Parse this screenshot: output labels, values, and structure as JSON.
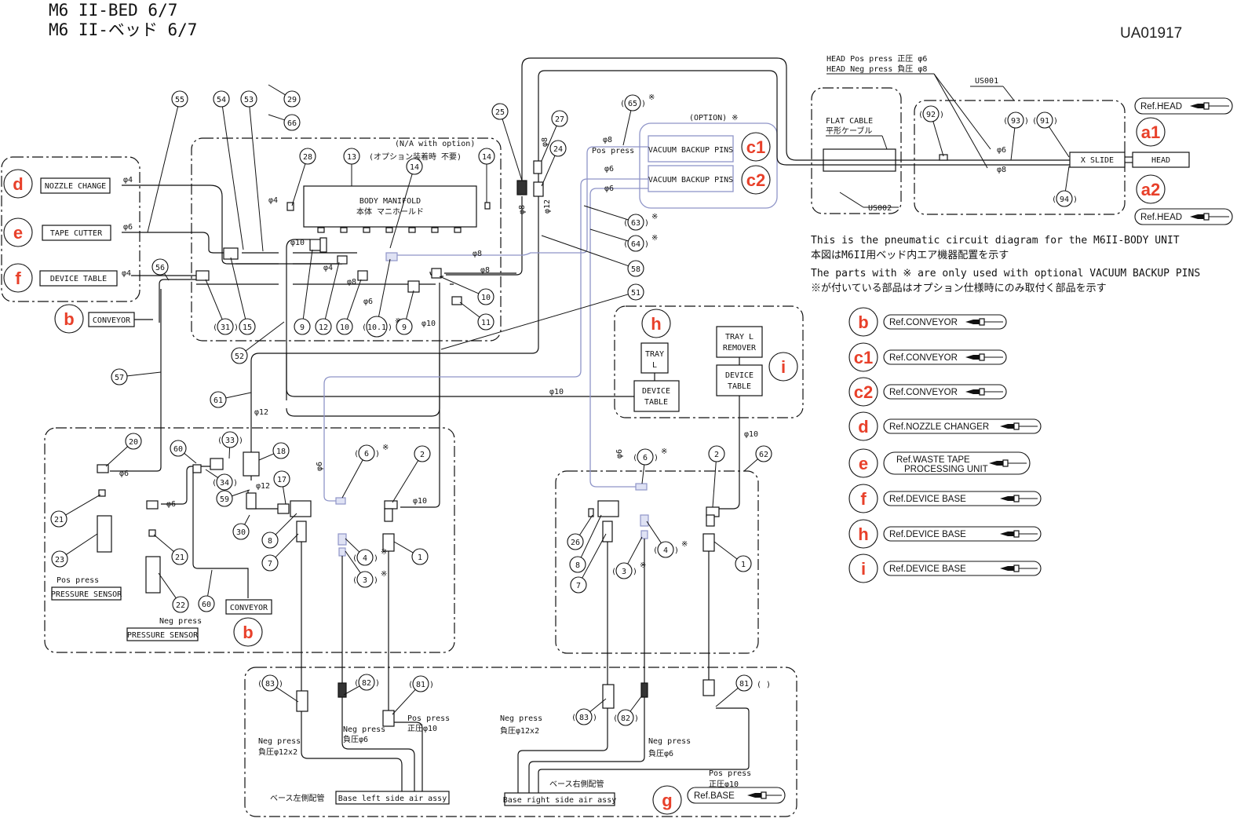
{
  "header": {
    "title_en": "M6 II-BED  6/7",
    "title_jp": "M6 II-ベッド  6/7",
    "doc_id": "UA01917"
  },
  "notes": {
    "line1": "This is the pneumatic circuit diagram for the M6II-BODY UNIT",
    "line2": "本図はM6II用ベッド内エア機器配置を示す",
    "line3": "The parts with ※ are only used with optional VACUUM BACKUP PINS",
    "line4": "※が付いている部品はオプション仕様時にのみ取付く部品を示す"
  },
  "head_section": {
    "pos_label": "HEAD Pos press 正圧  φ6",
    "neg_label": "HEAD Neg press 負圧  φ8",
    "us001": "US001",
    "us002": "US002",
    "flat_cable_en": "FLAT CABLE",
    "flat_cable_jp": "平形ケーブル",
    "x_slide": "X SLIDE",
    "head": "HEAD",
    "phi6": "φ6",
    "phi8": "φ8",
    "ref_a1": "Ref.HEAD",
    "ref_a2": "Ref.HEAD",
    "badge_a1": "a1",
    "badge_a2": "a2"
  },
  "left_group": {
    "nozzle_change": "NOZZLE CHANGE",
    "tape_cutter": "TAPE CUTTER",
    "device_table": "DEVICE TABLE",
    "conveyor": "CONVEYOR",
    "phi_nozzle": "φ4",
    "phi_tape": "φ6",
    "phi_device": "φ4",
    "badge_d": "d",
    "badge_e": "e",
    "badge_f": "f",
    "badge_b": "b"
  },
  "manifold": {
    "na_en": "(N/A with option)",
    "na_jp": "(オプション装着時 不要)",
    "label_en": "BODY MANIFOLD",
    "label_jp": "本体 マニホールド",
    "phi4_top": "φ4",
    "phi10": "φ10",
    "phi4": "φ4",
    "phi8a": "φ8",
    "phi8b": "φ8",
    "phi8c": "φ8",
    "phi6": "φ6",
    "phi10b": "φ10",
    "phi8_v": "φ8",
    "phi12_v": "φ12",
    "phi8_27": "φ8"
  },
  "option_section": {
    "option_label": "(OPTION)  ※",
    "vbp1": "VACUUM BACKUP PINS",
    "vbp2": "VACUUM BACKUP PINS",
    "badge_c1": "c1",
    "badge_c2": "c2",
    "pos_press": "Pos press",
    "phi8": "φ8",
    "phi6a": "φ6",
    "phi6b": "φ6"
  },
  "tray_section": {
    "tray_l_l1": "TRAY",
    "tray_l_l2": "L",
    "device_table_l1": "DEVICE",
    "device_table_l2": "TABLE",
    "tray_remover_l1": "TRAY L",
    "tray_remover_l2": "REMOVER",
    "device_table2_l1": "DEVICE",
    "device_table2_l2": "TABLE",
    "badge_h": "h",
    "badge_i": "i",
    "phi10": "φ10",
    "phi10_right": "φ10"
  },
  "lower_left": {
    "phi6a": "φ6",
    "phi6b": "φ6",
    "phi12": "φ12",
    "phi12_mid": "φ12",
    "phi6_v": "φ6",
    "phi10": "φ10",
    "pos_press": "Pos press",
    "neg_press": "Neg press",
    "pressure_sensor1": "PRESSURE SENSOR",
    "pressure_sensor2": "PRESSURE SENSOR",
    "conveyor": "CONVEYOR",
    "badge_b": "b"
  },
  "lower_right": {
    "phi6_v": "φ6"
  },
  "base_left": {
    "neg_press_12": "Neg press",
    "neg_press_12_jp": "負圧φ12x2",
    "neg_press_6": "Neg press",
    "neg_press_6_jp": "負圧φ6",
    "pos_press_10": "Pos press",
    "pos_press_10_jp": "正圧φ10",
    "assy_jp": "ベース左側配管",
    "assy_en": "Base left side air assy"
  },
  "base_right": {
    "neg_press_12": "Neg press",
    "neg_press_12_jp": "負圧φ12x2",
    "neg_press_6": "Neg press",
    "neg_press_6_jp": "負圧φ6",
    "pos_press_10": "Pos press",
    "pos_press_10_jp": "正圧φ10",
    "assy_jp": "ベース右側配管",
    "assy_en": "Base right side air assy",
    "ref_g": "Ref.BASE",
    "badge_g": "g",
    "paren_81": "(    )"
  },
  "legend": [
    {
      "badge": "b",
      "ref": "Ref.CONVEYOR"
    },
    {
      "badge": "c1",
      "ref": "Ref.CONVEYOR"
    },
    {
      "badge": "c2",
      "ref": "Ref.CONVEYOR"
    },
    {
      "badge": "d",
      "ref": "Ref.NOZZLE CHANGER"
    },
    {
      "badge": "e",
      "ref": "Ref.WASTE TAPE",
      "ref2": "PROCESSING UNIT"
    },
    {
      "badge": "f",
      "ref": "Ref.DEVICE BASE"
    },
    {
      "badge": "h",
      "ref": "Ref.DEVICE BASE"
    },
    {
      "badge": "i",
      "ref": "Ref.DEVICE BASE"
    }
  ],
  "bubbles": {
    "b55": "55",
    "b54": "54",
    "b53": "53",
    "b29": "29",
    "b66": "66",
    "b28": "28",
    "b13": "13",
    "b14a": "14",
    "b14b": "14",
    "b25": "25",
    "b27": "27",
    "b24": "24",
    "b65": "65",
    "b63": "63",
    "b64": "64",
    "b58": "58",
    "b51": "51",
    "b56": "56",
    "b31": "31",
    "b15": "15",
    "b9a": "9",
    "b12": "12",
    "b10a": "10",
    "b101": "10.1",
    "b9b": "9",
    "b10b": "10",
    "b11": "11",
    "b52": "52",
    "b57": "57",
    "b61": "61",
    "b92": "92",
    "b93": "93",
    "b91": "91",
    "b94": "94",
    "b20": "20",
    "b60a": "60",
    "b33": "33",
    "b18": "18",
    "b17": "17",
    "b34": "34",
    "b59": "59",
    "b30": "30",
    "b8": "8",
    "b7": "7",
    "b21a": "21",
    "b21b": "21",
    "b23": "23",
    "b22": "22",
    "b60b": "60",
    "b6a": "6",
    "b2a": "2",
    "b4a": "4",
    "b3a": "3",
    "b1a": "1",
    "b6b": "6",
    "b2b": "2",
    "b62": "62",
    "b26": "26",
    "b8b": "8",
    "b7b": "7",
    "b3b": "3",
    "b4b": "4",
    "b1b": "1",
    "b83a": "83",
    "b82a": "82",
    "b81a": "81",
    "b83b": "83",
    "b82b": "82",
    "b81b": "81"
  },
  "option_mark": "※"
}
